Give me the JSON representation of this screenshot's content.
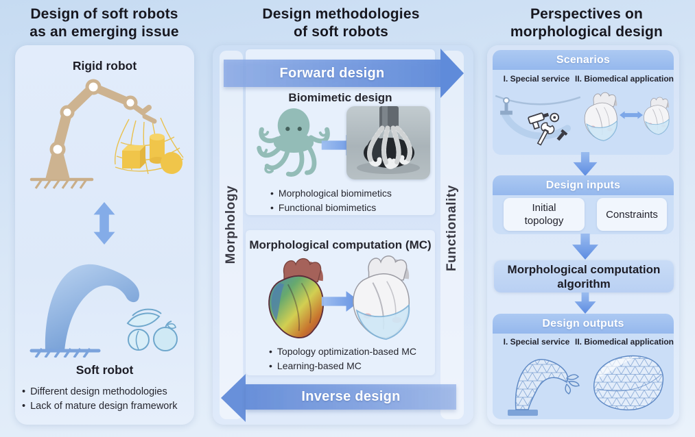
{
  "figure": {
    "left": {
      "title": "Design of soft robots\nas an emerging issue",
      "rigid_robot_label": "Rigid robot",
      "soft_robot_label": "Soft robot",
      "bullets": [
        "Different design methodologies",
        "Lack of mature design framework"
      ]
    },
    "middle": {
      "title": "Design methodologies\nof soft robots",
      "forward_arrow_label": "Forward design",
      "inverse_arrow_label": "Inverse design",
      "morphology_axis_label": "Morphology",
      "functionality_axis_label": "Functionality",
      "biomimetic": {
        "title": "Biomimetic design",
        "bullets": [
          "Morphological biomimetics",
          "Functional biomimetics"
        ]
      },
      "morphological_computation": {
        "title": "Morphological computation (MC)",
        "bullets": [
          "Topology optimization-based MC",
          "Learning-based MC"
        ]
      }
    },
    "right": {
      "title": "Perspectives on\nmorphological design",
      "scenarios": {
        "header": "Scenarios",
        "item1": "I. Special service",
        "item2": "II. Biomedical application"
      },
      "design_inputs": {
        "header": "Design inputs",
        "box1": "Initial\ntopology",
        "box2": "Constraints"
      },
      "algorithm_label": "Morphological computation\nalgorithm",
      "design_outputs": {
        "header": "Design outputs",
        "item1": "I. Special service",
        "item2": "II. Biomedical application"
      }
    },
    "colors": {
      "background_top": "#c6dbf2",
      "background_bottom": "#eaf2fb",
      "panel_blue": "#dde9f9",
      "section_header_blue": "#9fc0ee",
      "section_body_blue": "#cbdef7",
      "accent_arrow_blue": "#6b97e2",
      "rigid_robot_tan": "#cdb390",
      "object_yellow": "#f0c54a",
      "text_dark": "#17171f"
    }
  }
}
